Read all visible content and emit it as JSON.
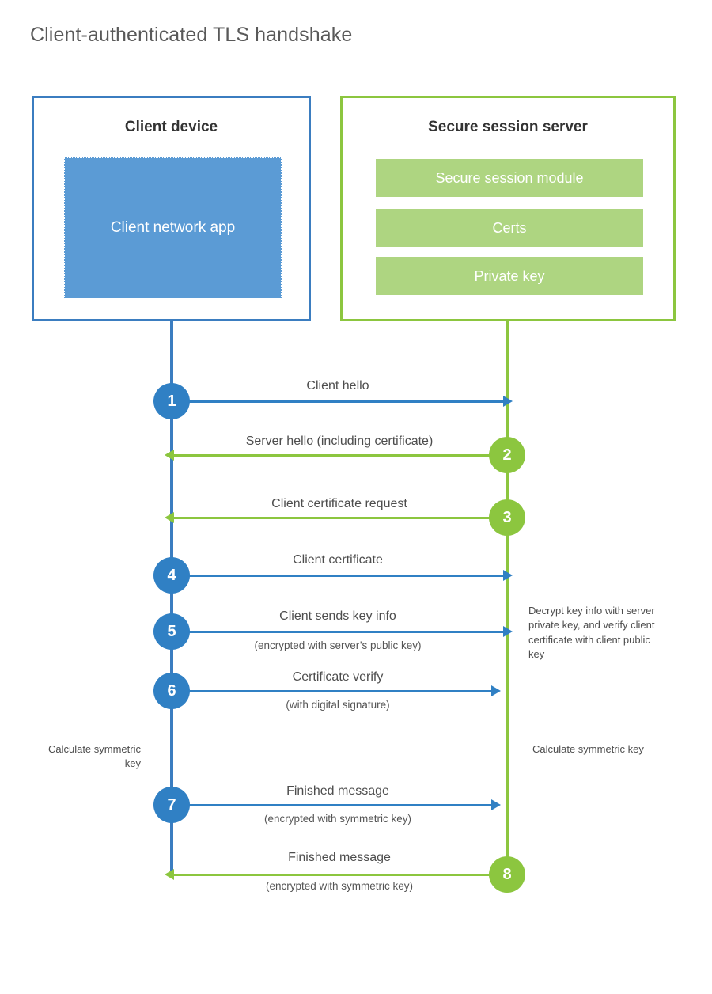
{
  "title": "Client-authenticated TLS handshake",
  "colors": {
    "client_blue": "#3b7dc0",
    "client_app_fill": "#5b9bd5",
    "server_green": "#8cc63f",
    "server_bar_fill": "#aed581",
    "arrow_blue": "#3080c4",
    "text": "#4d4d4d"
  },
  "participants": {
    "client": {
      "title": "Client device",
      "app_label": "Client network app"
    },
    "server": {
      "title": "Secure session server",
      "modules": [
        "Secure session module",
        "Certs",
        "Private key"
      ]
    }
  },
  "steps": [
    {
      "number": "1",
      "side": "client",
      "direction": "to-server",
      "label": "Client hello",
      "sub": ""
    },
    {
      "number": "2",
      "side": "server",
      "direction": "to-client",
      "label": "Server hello (including certificate)",
      "sub": ""
    },
    {
      "number": "3",
      "side": "server",
      "direction": "to-client",
      "label": "Client certificate request",
      "sub": ""
    },
    {
      "number": "4",
      "side": "client",
      "direction": "to-server",
      "label": "Client certificate",
      "sub": ""
    },
    {
      "number": "5",
      "side": "client",
      "direction": "to-server",
      "label": "Client sends key info",
      "sub": "(encrypted with server’s public key)"
    },
    {
      "number": "6",
      "side": "client",
      "direction": "to-server",
      "label": "Certificate verify",
      "sub": "(with digital signature)"
    },
    {
      "number": "7",
      "side": "client",
      "direction": "to-server",
      "label": "Finished message",
      "sub": "(encrypted with symmetric key)"
    },
    {
      "number": "8",
      "side": "server",
      "direction": "to-client",
      "label": "Finished message",
      "sub": "(encrypted with symmetric key)"
    }
  ],
  "notes": {
    "server_decrypt": "Decrypt key info with server private key, and verify client certificate with client public key",
    "client_calc": "Calculate symmetric key",
    "server_calc": "Calculate symmetric key"
  }
}
